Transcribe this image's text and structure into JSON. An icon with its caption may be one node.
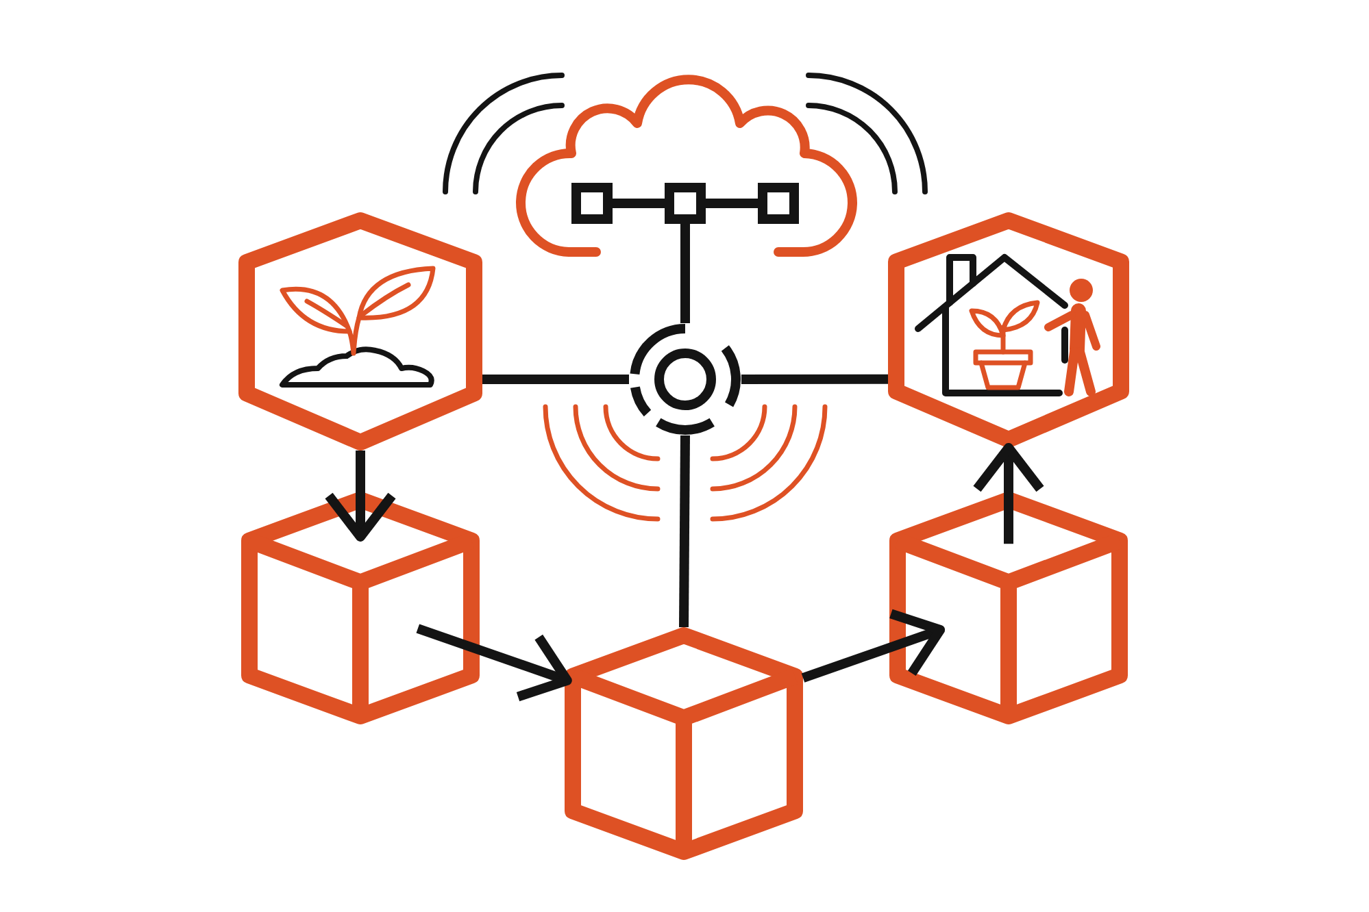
{
  "diagram": {
    "nodes": [
      {
        "text": [],
        "shape": "cloud"
      },
      {
        "text": [],
        "shape": "picture",
        "in": 0
      },
      {
        "text": [],
        "shape": "hexagon"
      },
      {
        "text": [],
        "shape": "circle"
      },
      {
        "text": [],
        "shape": "hexagon"
      },
      {
        "text": [],
        "shape": "cube"
      },
      {
        "text": [],
        "shape": "cube"
      },
      {
        "text": [],
        "shape": "cube"
      }
    ],
    "edges": [
      {
        "from": 1,
        "to": 3,
        "arrow": "none"
      },
      {
        "from": 2,
        "to": 3,
        "arrow": "none"
      },
      {
        "from": 3,
        "to": 4,
        "arrow": "none"
      },
      {
        "from": 3,
        "to": 6,
        "arrow": "none"
      },
      {
        "from": 2,
        "to": 5,
        "arrow": "to"
      },
      {
        "from": 5,
        "to": 6,
        "arrow": "to"
      },
      {
        "from": 6,
        "to": 7,
        "arrow": "to"
      },
      {
        "from": 7,
        "to": 4,
        "arrow": "to"
      }
    ]
  }
}
